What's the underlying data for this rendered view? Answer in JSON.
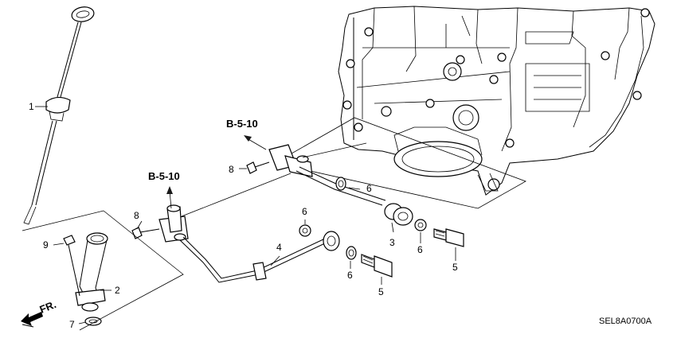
{
  "diagram": {
    "callouts": [
      {
        "id": "c1",
        "label": "1"
      },
      {
        "id": "c2",
        "label": "2"
      },
      {
        "id": "c3",
        "label": "3"
      },
      {
        "id": "c4",
        "label": "4"
      },
      {
        "id": "c5a",
        "label": "5"
      },
      {
        "id": "c5b",
        "label": "5"
      },
      {
        "id": "c6a",
        "label": "6"
      },
      {
        "id": "c6b",
        "label": "6"
      },
      {
        "id": "c6c",
        "label": "6"
      },
      {
        "id": "c6d",
        "label": "6"
      },
      {
        "id": "c7",
        "label": "7"
      },
      {
        "id": "c8a",
        "label": "8"
      },
      {
        "id": "c8b",
        "label": "8"
      },
      {
        "id": "c9",
        "label": "9"
      }
    ],
    "references": [
      {
        "id": "r1",
        "label": "B-5-10"
      },
      {
        "id": "r2",
        "label": "B-5-10"
      }
    ],
    "direction_label": "FR.",
    "diagram_code": "SEL8A0700A"
  }
}
